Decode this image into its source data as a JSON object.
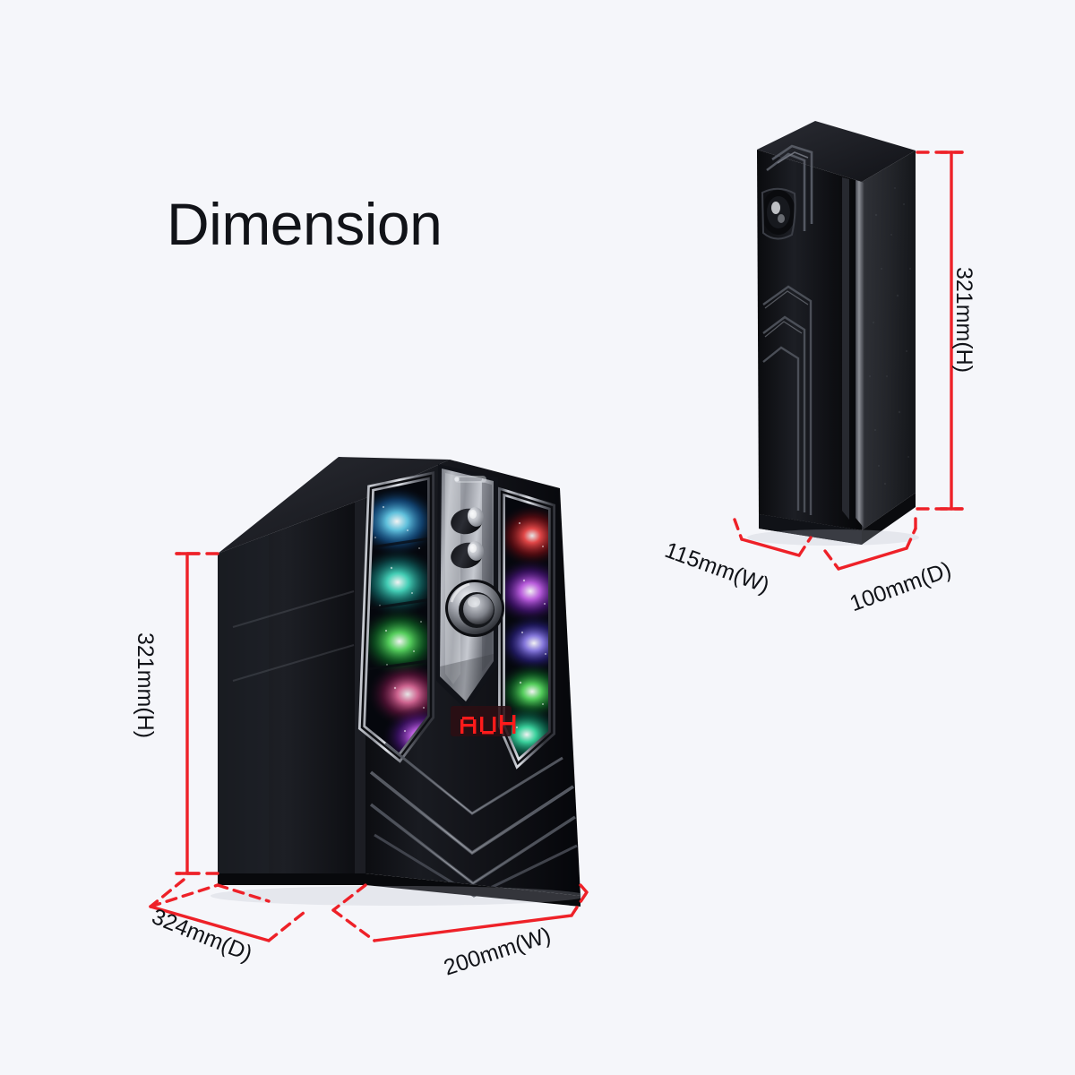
{
  "page": {
    "title": "Dimension",
    "background_color": "#f5f6fa",
    "text_color": "#111318",
    "dimension_line_color": "#ee2128"
  },
  "products": [
    {
      "id": "subwoofer",
      "name": "subwoofer-speaker",
      "display_text": "AUH",
      "display_color": "#ff1a1a",
      "dimensions": {
        "height": "321mm(H)",
        "depth": "324mm(D)",
        "width": "200mm(W)"
      },
      "controls": [
        {
          "name": "knob-upper",
          "type": "knob"
        },
        {
          "name": "knob-lower",
          "type": "knob"
        },
        {
          "name": "volume-dial",
          "type": "dial"
        }
      ],
      "led_colors": [
        "#4fc3f7",
        "#26e0c8",
        "#3ddc5a",
        "#ff4d6d",
        "#c24bff",
        "#7b5bff",
        "#1ee6a8",
        "#ff2d2d"
      ]
    },
    {
      "id": "satellite",
      "name": "satellite-speaker",
      "dimensions": {
        "height": "321mm(H)",
        "width": "115mm(W)",
        "depth": "100mm(D)"
      }
    }
  ]
}
